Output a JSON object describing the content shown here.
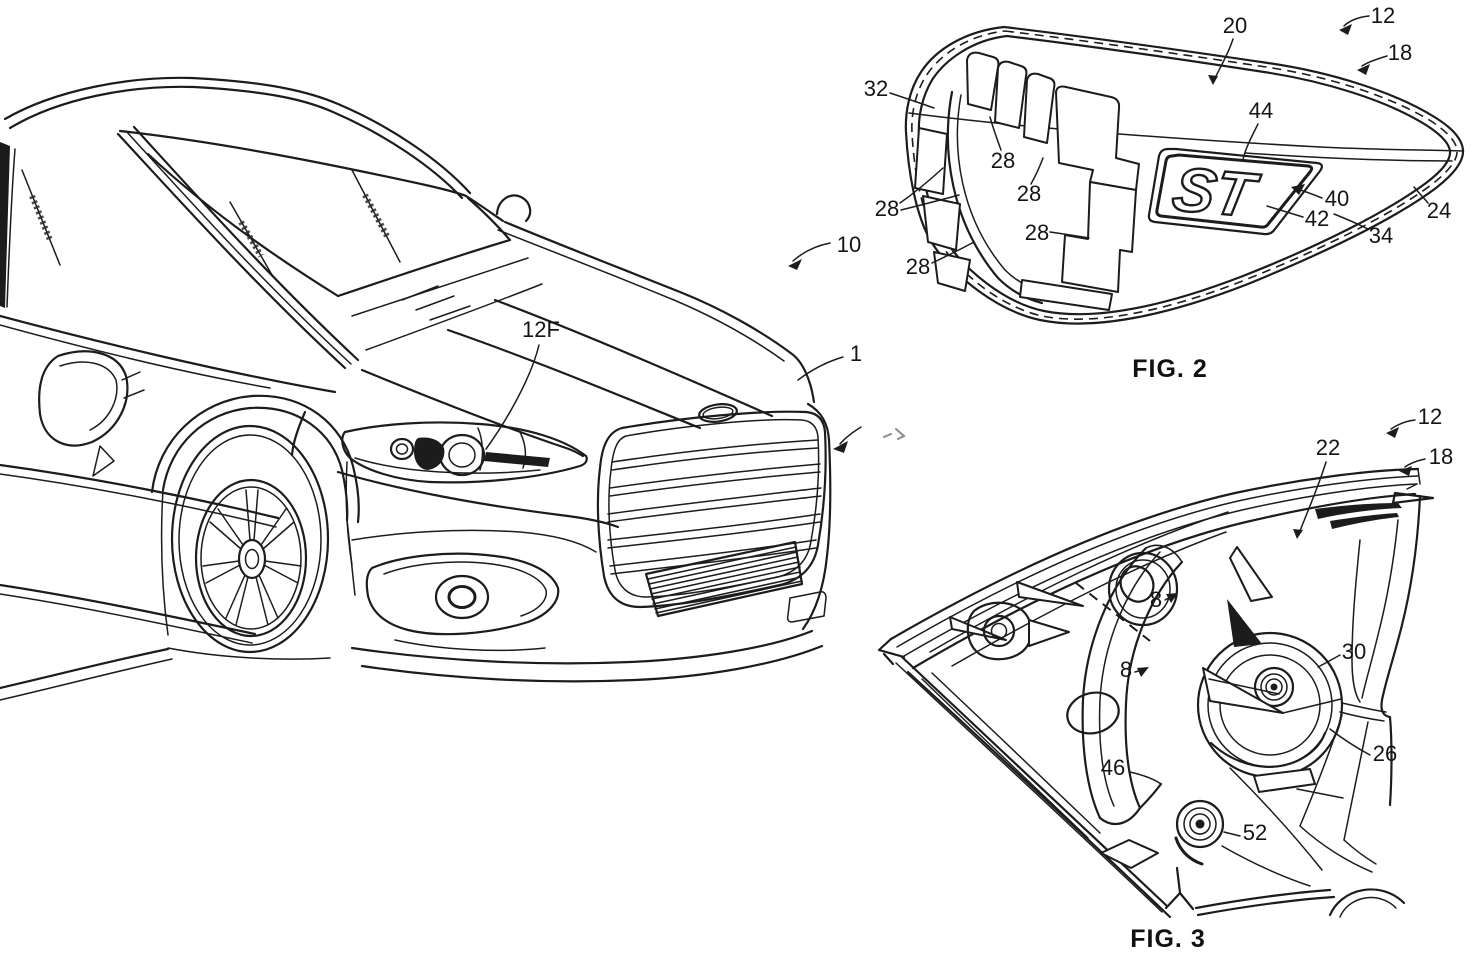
{
  "document": {
    "background": "#ffffff",
    "ink_color": "#1c1c1c",
    "type": "patent-line-drawing"
  },
  "fig1": {
    "labels": {
      "front_lamp": "12F",
      "vehicle": "10",
      "front_end": "1"
    }
  },
  "fig2": {
    "caption": "FIG. 2",
    "badge": "ST",
    "labels": {
      "assembly": "12",
      "rim": "18",
      "lens": "20",
      "outer_edge": "24",
      "flute": "28",
      "corner": "32",
      "lower_edge": "34",
      "badge_tip": "40",
      "badge_border": "42",
      "badge_face": "44"
    }
  },
  "fig3": {
    "caption": "FIG. 3",
    "labels": {
      "assembly": "12",
      "flange": "18",
      "housing": "22",
      "aperture": "8",
      "bezel": "30",
      "socket": "26",
      "support": "46",
      "grommet": "52"
    }
  }
}
